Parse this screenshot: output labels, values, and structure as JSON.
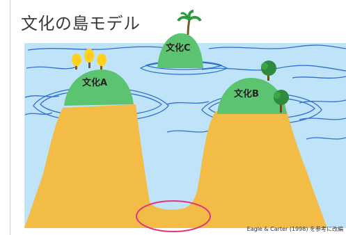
{
  "title": "文化の島モデル",
  "islands": {
    "a": {
      "label": "文化A"
    },
    "b": {
      "label": "文化B"
    },
    "c": {
      "label": "文化C"
    }
  },
  "credit": "Eagle & Carter (1998) を参考に改編",
  "colors": {
    "sea": "#bfe3f8",
    "sea_line": "#2f6fd1",
    "land": "#f2bc47",
    "grass": "#5cc470",
    "highlight": "#e2337c"
  }
}
